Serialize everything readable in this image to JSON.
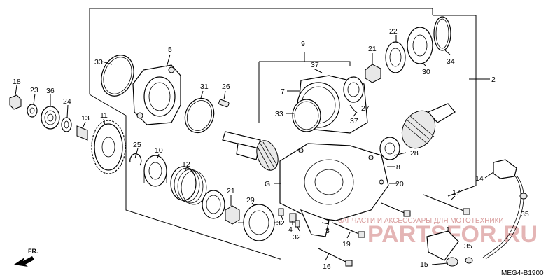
{
  "labels": {
    "p2": "2",
    "p3": "3",
    "p4": "4",
    "p5": "5",
    "p7": "7",
    "p8": "8",
    "p9": "9",
    "p10": "10",
    "p11": "11",
    "p12": "12",
    "p13": "13",
    "p14": "14",
    "p15": "15",
    "p16": "16",
    "p17": "17",
    "p18": "18",
    "p19": "19",
    "p20": "20",
    "p21a": "21",
    "p21b": "21",
    "p22": "22",
    "p23": "23",
    "p24": "24",
    "p25": "25",
    "p26": "26",
    "p27": "27",
    "p28": "28",
    "p29": "29",
    "p30": "30",
    "p31": "31",
    "p32a": "32",
    "p32b": "32",
    "p33a": "33",
    "p33b": "33",
    "p34": "34",
    "p35a": "35",
    "p35b": "35",
    "p36": "36",
    "p37a": "37",
    "p37b": "37",
    "g": "G",
    "p1": "1"
  },
  "direction_label": "FR.",
  "diagram_code": "MEG4-B1900",
  "watermark": {
    "tagline": "ЗАПЧАСТИ И АКСЕССУАРЫ ДЛЯ МОТОТЕХНИКИ",
    "brand": "PARTSFOR.RU"
  }
}
